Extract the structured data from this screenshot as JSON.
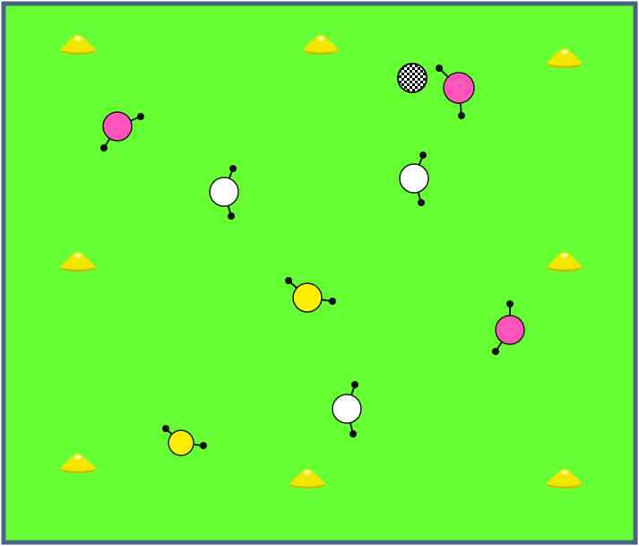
{
  "pitch": {
    "grass_color": "#66ff33",
    "border_color": "#4a6488"
  },
  "colors": {
    "cone": "#f2e600",
    "cone_shadow": "#cbbd00",
    "pink_player": "#ff55bb",
    "white_player": "#ffffff",
    "yellow_player": "#ffee00",
    "outline": "#1a1a1a"
  },
  "cones": [
    {
      "id": "cone-top-left"
    },
    {
      "id": "cone-top-center"
    },
    {
      "id": "cone-top-right"
    },
    {
      "id": "cone-middle-left"
    },
    {
      "id": "cone-middle-right"
    },
    {
      "id": "cone-bottom-left"
    },
    {
      "id": "cone-bottom-center"
    },
    {
      "id": "cone-bottom-right"
    }
  ],
  "players": [
    {
      "id": "pink-player-1",
      "team": "pink"
    },
    {
      "id": "pink-player-2",
      "team": "pink"
    },
    {
      "id": "pink-player-3",
      "team": "pink"
    },
    {
      "id": "white-player-1",
      "team": "white"
    },
    {
      "id": "white-player-2",
      "team": "white"
    },
    {
      "id": "white-player-3",
      "team": "white"
    },
    {
      "id": "yellow-player-1",
      "team": "yellow"
    },
    {
      "id": "yellow-player-2",
      "team": "yellow"
    }
  ],
  "ball": {
    "icon": "soccer-ball-icon"
  }
}
